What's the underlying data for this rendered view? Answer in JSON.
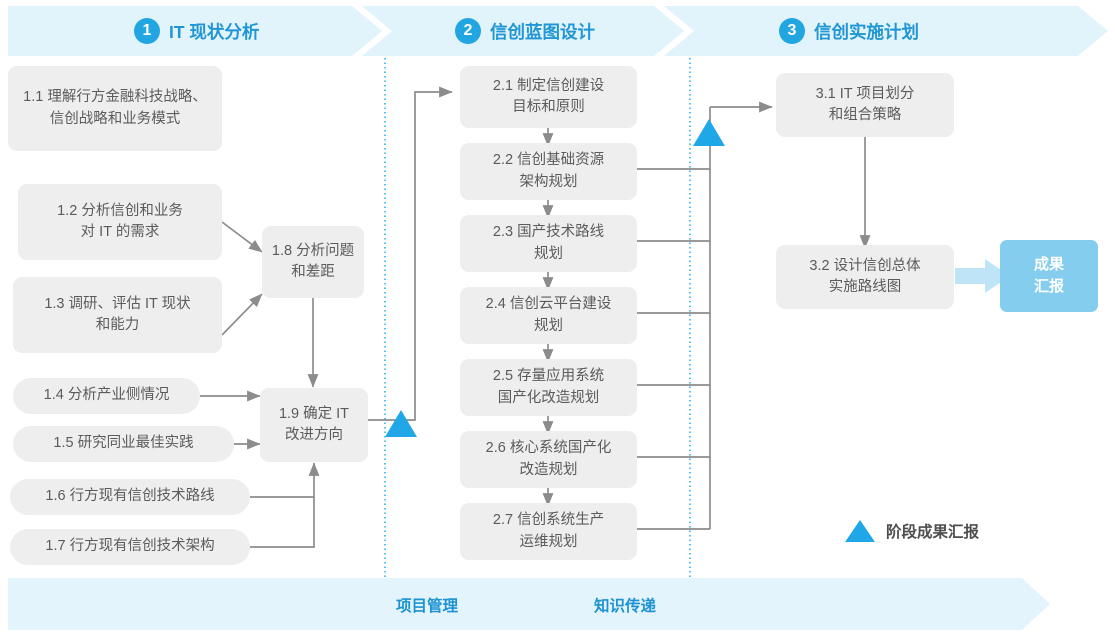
{
  "colors": {
    "band": "#e1f3fb",
    "band_footer": "#e3f4fc",
    "accent": "#22a6e2",
    "accent_text": "#2196d4",
    "node_bg": "#eeeeee",
    "node_text": "#5b5b5b",
    "result_bg": "#84cdee",
    "connector": "#8c8c8c",
    "divider": "#29b6e8"
  },
  "header": {
    "phases": [
      {
        "number": "1",
        "title": "IT 现状分析"
      },
      {
        "number": "2",
        "title": "信创蓝图设计"
      },
      {
        "number": "3",
        "title": "信创实施计划"
      }
    ]
  },
  "phase1": {
    "inputs": [
      {
        "id": "1.1",
        "label": "1.1 理解行方金融科技战略、\n信创战略和业务模式"
      },
      {
        "id": "1.2",
        "label": "1.2 分析信创和业务\n对 IT 的需求"
      },
      {
        "id": "1.3",
        "label": "1.3 调研、评估 IT 现状\n和能力"
      },
      {
        "id": "1.4",
        "label": "1.4 分析产业侧情况"
      },
      {
        "id": "1.5",
        "label": "1.5 研究同业最佳实践"
      },
      {
        "id": "1.6",
        "label": "1.6 行方现有信创技术路线"
      },
      {
        "id": "1.7",
        "label": "1.7 行方现有信创技术架构"
      }
    ],
    "outputs": [
      {
        "id": "1.8",
        "label": "1.8 分析问题\n和差距"
      },
      {
        "id": "1.9",
        "label": "1.9 确定 IT\n改进方向"
      }
    ]
  },
  "phase2": {
    "items": [
      {
        "id": "2.1",
        "label": "2.1 制定信创建设\n目标和原则"
      },
      {
        "id": "2.2",
        "label": "2.2 信创基础资源\n架构规划"
      },
      {
        "id": "2.3",
        "label": "2.3 国产技术路线\n规划"
      },
      {
        "id": "2.4",
        "label": "2.4 信创云平台建设\n规划"
      },
      {
        "id": "2.5",
        "label": "2.5 存量应用系统\n国产化改造规划"
      },
      {
        "id": "2.6",
        "label": "2.6 核心系统国产化\n改造规划"
      },
      {
        "id": "2.7",
        "label": "2.7 信创系统生产\n运维规划"
      }
    ]
  },
  "phase3": {
    "items": [
      {
        "id": "3.1",
        "label": "3.1 IT 项目划分\n和组合策略"
      },
      {
        "id": "3.2",
        "label": "3.2 设计信创总体\n实施路线图"
      }
    ],
    "result": {
      "id": "result",
      "label": "成果\n汇报"
    }
  },
  "legend": {
    "label": "阶段成果汇报",
    "icon": "triangle-icon"
  },
  "footer": {
    "labels": [
      {
        "id": "pm",
        "label": "项目管理"
      },
      {
        "id": "kt",
        "label": "知识传递"
      }
    ]
  }
}
